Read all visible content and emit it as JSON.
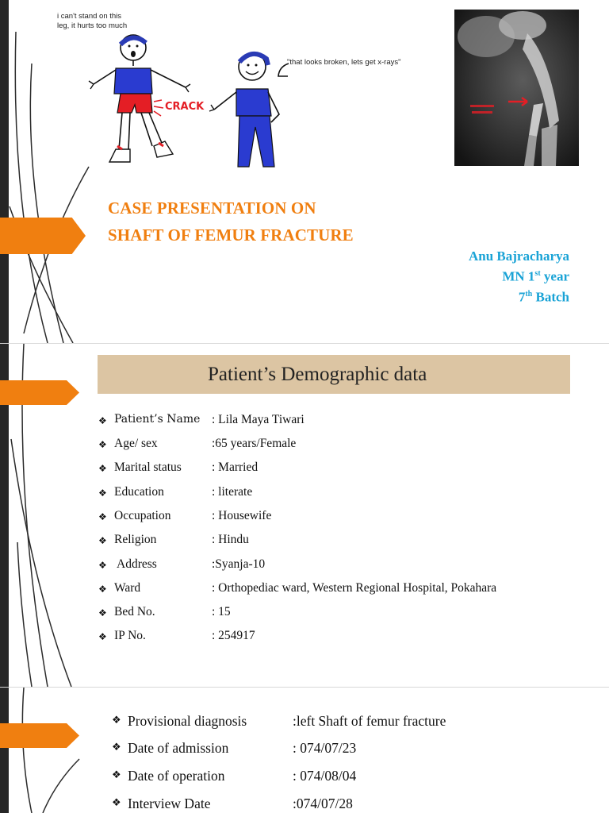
{
  "slide1": {
    "speech_left": [
      "i can't stand on this",
      "leg, it hurts too much"
    ],
    "speech_right": "\"that looks broken, lets get x-rays\"",
    "crack_text": "CRACK",
    "title_line1": "CASE PRESENTATION ON",
    "title_line2": "SHAFT OF FEMUR FRACTURE",
    "author_name": "Anu Bajracharya",
    "author_course": "MN 1",
    "author_course_sup": "st",
    "author_course_suffix": " year",
    "author_batch": "7",
    "author_batch_sup": "th",
    "author_batch_suffix": " Batch",
    "colors": {
      "accent_orange": "#f07f10",
      "author_blue": "#1aa3d6",
      "dark_bar": "#262626"
    }
  },
  "slide2": {
    "heading": "Patient’s Demographic data",
    "banner_color": "#dcc5a3",
    "bullet": "❖",
    "rows": [
      {
        "key": "Patient’s Name",
        "value": ": Lila Maya Tiwari"
      },
      {
        "key": "Age/ sex",
        "value": ":65 years/Female"
      },
      {
        "key": "Marital status",
        "value": ": Married"
      },
      {
        "key": "Education",
        "value": ": literate"
      },
      {
        "key": "Occupation",
        "value": ": Housewife"
      },
      {
        "key": "Religion",
        "value": ": Hindu"
      },
      {
        "key": " Address",
        "value": ":Syanja-10"
      },
      {
        "key": "Ward",
        "value": ": Orthopediac ward, Western Regional Hospital, Pokahara"
      },
      {
        "key": "Bed No.",
        "value": ": 15"
      },
      {
        "key": "IP No.",
        "value": ": 254917"
      }
    ]
  },
  "slide3": {
    "bullet": "❖",
    "rows": [
      {
        "key": "Provisional diagnosis",
        "value": ":left Shaft of femur fracture"
      },
      {
        "key": "Date of admission",
        "value": ": 074/07/23"
      },
      {
        "key": "Date of operation",
        "value": ": 074/08/04"
      },
      {
        "key": "Interview Date",
        "value": ":074/07/28"
      }
    ]
  }
}
